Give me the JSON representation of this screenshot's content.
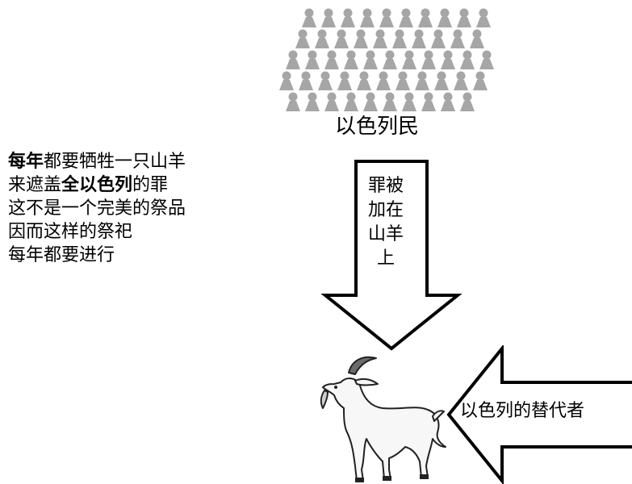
{
  "crowd": {
    "label": "以色列民"
  },
  "verse": {
    "line1_bold": "每年",
    "line1_rest": "都要牺牲一只山羊",
    "line2_pre": "来遮盖",
    "line2_bold": "全以色列",
    "line2_post": "的罪",
    "line3": "这不是一个完美的祭品",
    "line4": "因而这样的祭祀",
    "line5": "每年都要进行"
  },
  "down_arrow": {
    "lines": [
      "罪被",
      "加在",
      "山羊",
      "上"
    ]
  },
  "left_arrow": {
    "label": "以色列的替代者"
  },
  "colors": {
    "crowd": "#a6a6a6",
    "arrow_fill": "#ffffff",
    "arrow_stroke": "#000000"
  }
}
